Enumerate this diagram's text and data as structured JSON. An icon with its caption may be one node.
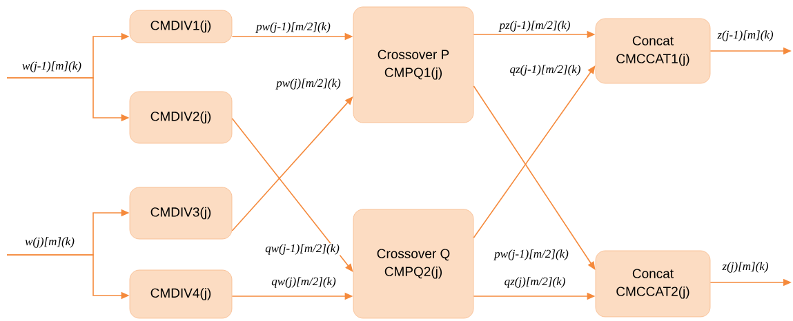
{
  "diagram": {
    "nodes": [
      {
        "text": [
          "CMDIV1(j)"
        ]
      },
      {
        "text": [
          "CMDIV2(j)"
        ]
      },
      {
        "text": [
          "CMDIV3(j)"
        ]
      },
      {
        "text": [
          "CMDIV4(j)"
        ]
      },
      {
        "text": [
          "Crossover P",
          "CMPQ1(j)"
        ]
      },
      {
        "text": [
          "Crossover Q",
          "CMPQ2(j)"
        ]
      },
      {
        "text": [
          "Concat",
          "CMCCAT1(j)"
        ]
      },
      {
        "text": [
          "Concat",
          "CMCCAT2(j)"
        ]
      }
    ],
    "edges": [
      {
        "from": null,
        "to": 0,
        "arrow": "to",
        "label": "w(j-1)[m](k)"
      },
      {
        "from": null,
        "to": 1,
        "arrow": "to"
      },
      {
        "from": null,
        "to": 2,
        "arrow": "to",
        "label": "w(j)[m](k)"
      },
      {
        "from": null,
        "to": 3,
        "arrow": "to"
      },
      {
        "from": 0,
        "to": 4,
        "arrow": "to",
        "label": "pw(j-1)[m/2](k)"
      },
      {
        "from": 1,
        "to": 5,
        "arrow": "to",
        "label": "qw(j-1)[m/2](k)"
      },
      {
        "from": 2,
        "to": 4,
        "arrow": "to",
        "label": "pw(j)[m/2](k)"
      },
      {
        "from": 3,
        "to": 5,
        "arrow": "to",
        "label": "qw(j)[m/2](k)"
      },
      {
        "from": 4,
        "to": 6,
        "arrow": "to",
        "label": "pz(j-1)[m/2](k)"
      },
      {
        "from": 4,
        "to": 7,
        "arrow": "to",
        "label": "pw(j-1)[m/2](k)"
      },
      {
        "from": 5,
        "to": 6,
        "arrow": "to",
        "label": "qz(j-1)[m/2](k)"
      },
      {
        "from": 5,
        "to": 7,
        "arrow": "to",
        "label": "qz(j)[m/2](k)"
      },
      {
        "from": 6,
        "to": null,
        "arrow": "to",
        "label": "z(j-1)[m](k)"
      },
      {
        "from": 7,
        "to": null,
        "arrow": "to",
        "label": "z(j)[m](k)"
      }
    ]
  }
}
